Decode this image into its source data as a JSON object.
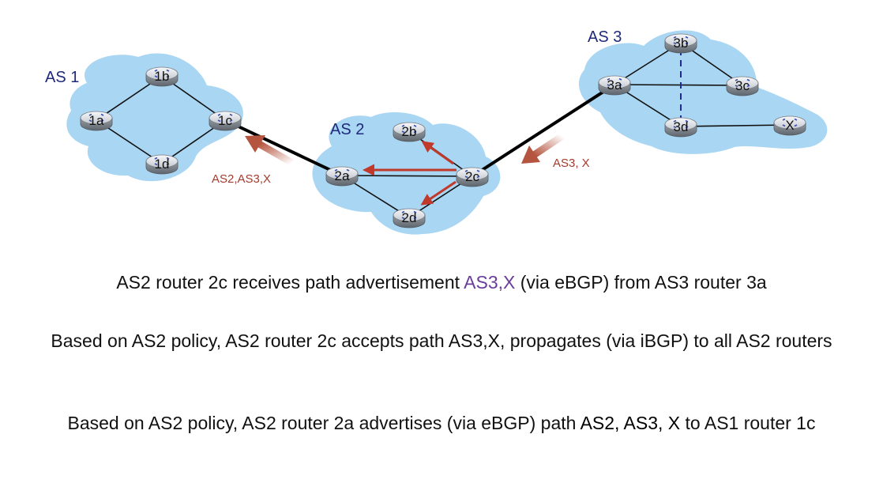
{
  "as_labels": {
    "as1": "AS 1",
    "as2": "AS 2",
    "as3": "AS 3"
  },
  "routers": {
    "r1a": "1a",
    "r1b": "1b",
    "r1c": "1c",
    "r1d": "1d",
    "r2a": "2a",
    "r2b": "2b",
    "r2c": "2c",
    "r2d": "2d",
    "r3a": "3a",
    "r3b": "3b",
    "r3c": "3c",
    "r3d": "3d",
    "rx": "X"
  },
  "advertisements": {
    "to_1c": "AS2,AS3,X",
    "to_2c": "AS3, X"
  },
  "captions": {
    "line1_pre": "AS2 router 2c receives path advertisement ",
    "line1_hl": "AS3,X",
    "line1_post": " (via eBGP) from AS3 router 3a",
    "line2": "Based on AS2 policy, AS2 router 2c accepts path AS3,X, propagates (via iBGP) to all AS2 routers",
    "line3_pre": "Based on AS2 policy, AS2 router 2a advertises (via eBGP) path ",
    "line3_hl": "AS2, AS3, X",
    "line3_post": " to AS1 router 1c"
  },
  "colors": {
    "cloud": "#a9d6f2",
    "ibgp_arrow": "#c0392b",
    "adv_arrow": "#b5553f",
    "as_label": "#1f2a7a",
    "highlight_path": "#6a3d9a"
  }
}
